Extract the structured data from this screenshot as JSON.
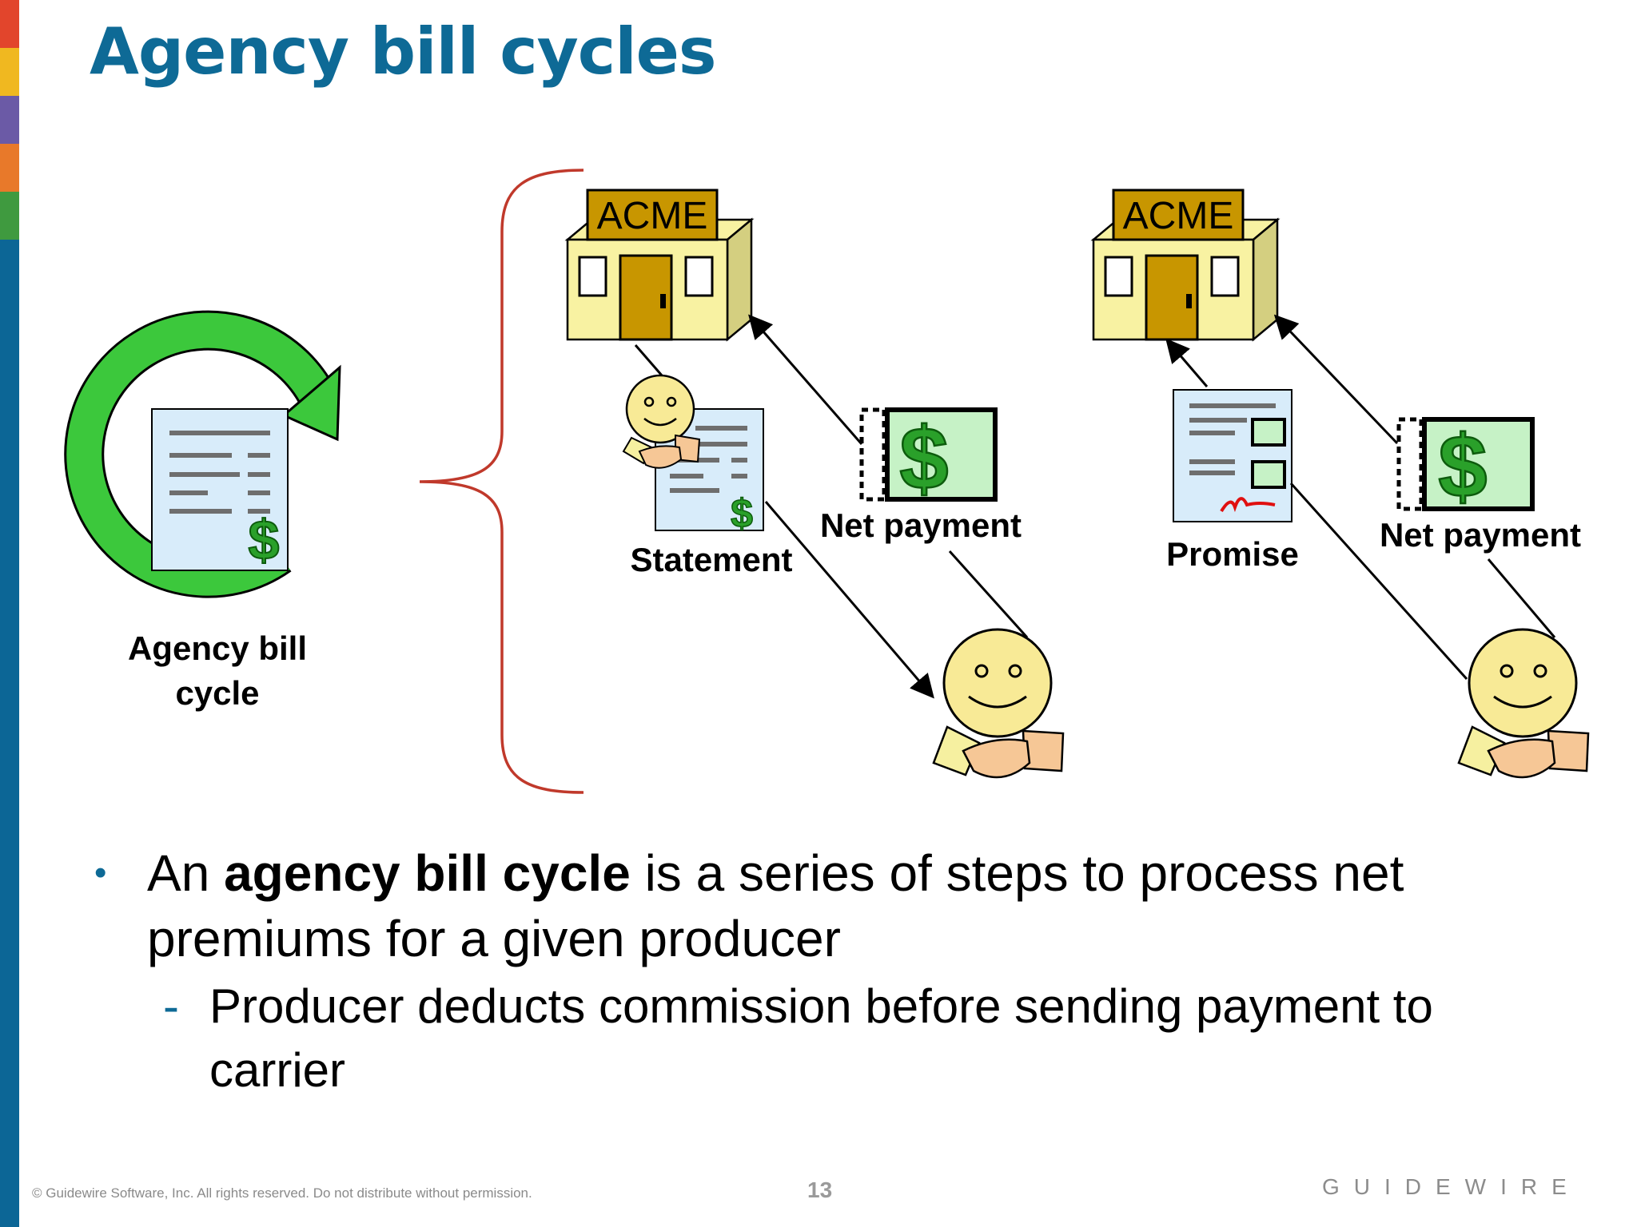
{
  "slide": {
    "title": "Agency bill cycles",
    "stripe_colors": [
      "#e2452c",
      "#f0b820",
      "#6b5aa6",
      "#e8792a",
      "#3f9a3f",
      "#0c6696"
    ]
  },
  "diagram": {
    "cycle_label_line1": "Agency bill",
    "cycle_label_line2": "cycle",
    "building_left_sign": "ACME",
    "building_right_sign": "ACME",
    "statement_label": "Statement",
    "net_payment_left_label": "Net payment",
    "promise_label": "Promise",
    "net_payment_right_label": "Net payment",
    "dollar_glyph": "$",
    "colors": {
      "cycle_arrow": "#3cc83c",
      "bracket": "#c0392b",
      "building_wall": "#f8f2a2",
      "building_door": "#c89600",
      "document": "#d8ecfa",
      "money_bg": "#c6f2c6",
      "dollar": "#2aa02a",
      "face": "#f8ea96"
    }
  },
  "bullets": {
    "b1_prefix": "An ",
    "b1_bold": "agency bill cycle",
    "b1_rest": " is a series of steps to process net premiums for a given producer",
    "b2_text": "Producer deducts commission before sending payment to carrier"
  },
  "footer": {
    "copyright": "© Guidewire Software, Inc. All rights reserved. Do not distribute without permission.",
    "page_number": "13",
    "logo_text": "GUIDEWIRE"
  }
}
